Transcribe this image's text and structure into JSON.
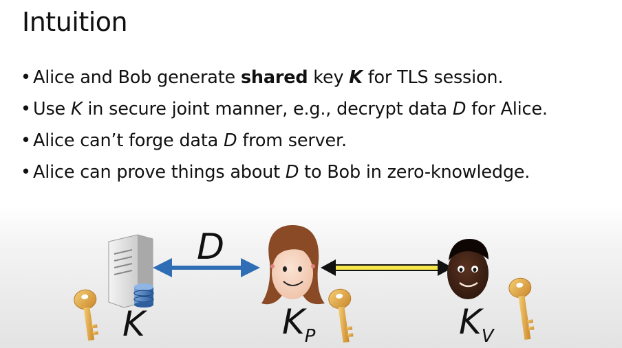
{
  "slide": {
    "title": "Intuition",
    "bullets": [
      {
        "pre": "Alice and Bob generate ",
        "bold": "shared",
        "mid": " key ",
        "boldit": "K",
        "post": " for TLS session."
      },
      {
        "pre": "Use ",
        "it": "K",
        "post": " in secure joint manner, e.g., decrypt data ",
        "it2": "D",
        "post2": " for Alice."
      },
      {
        "pre": "Alice can’t forge data ",
        "it": "D",
        "post": " from server."
      },
      {
        "pre": "Alice can prove things about ",
        "it": "D",
        "post": " to Bob in zero-knowledge."
      }
    ],
    "bullet_char": "•"
  },
  "diagram": {
    "data_label": "D",
    "server_key_label": "K",
    "alice_key_label": "K",
    "alice_key_sub": "P",
    "bob_key_label": "K",
    "bob_key_sub": "V",
    "colors": {
      "server_alice_arrow": "#2f6db5",
      "alice_bob_arrow": "#111111",
      "alice_bob_arrow_fill": "#f4e64a",
      "key": "#e2a33c"
    },
    "icons": [
      "server-icon",
      "database-icon",
      "alice-face-icon",
      "bob-face-icon",
      "key-icon"
    ]
  }
}
